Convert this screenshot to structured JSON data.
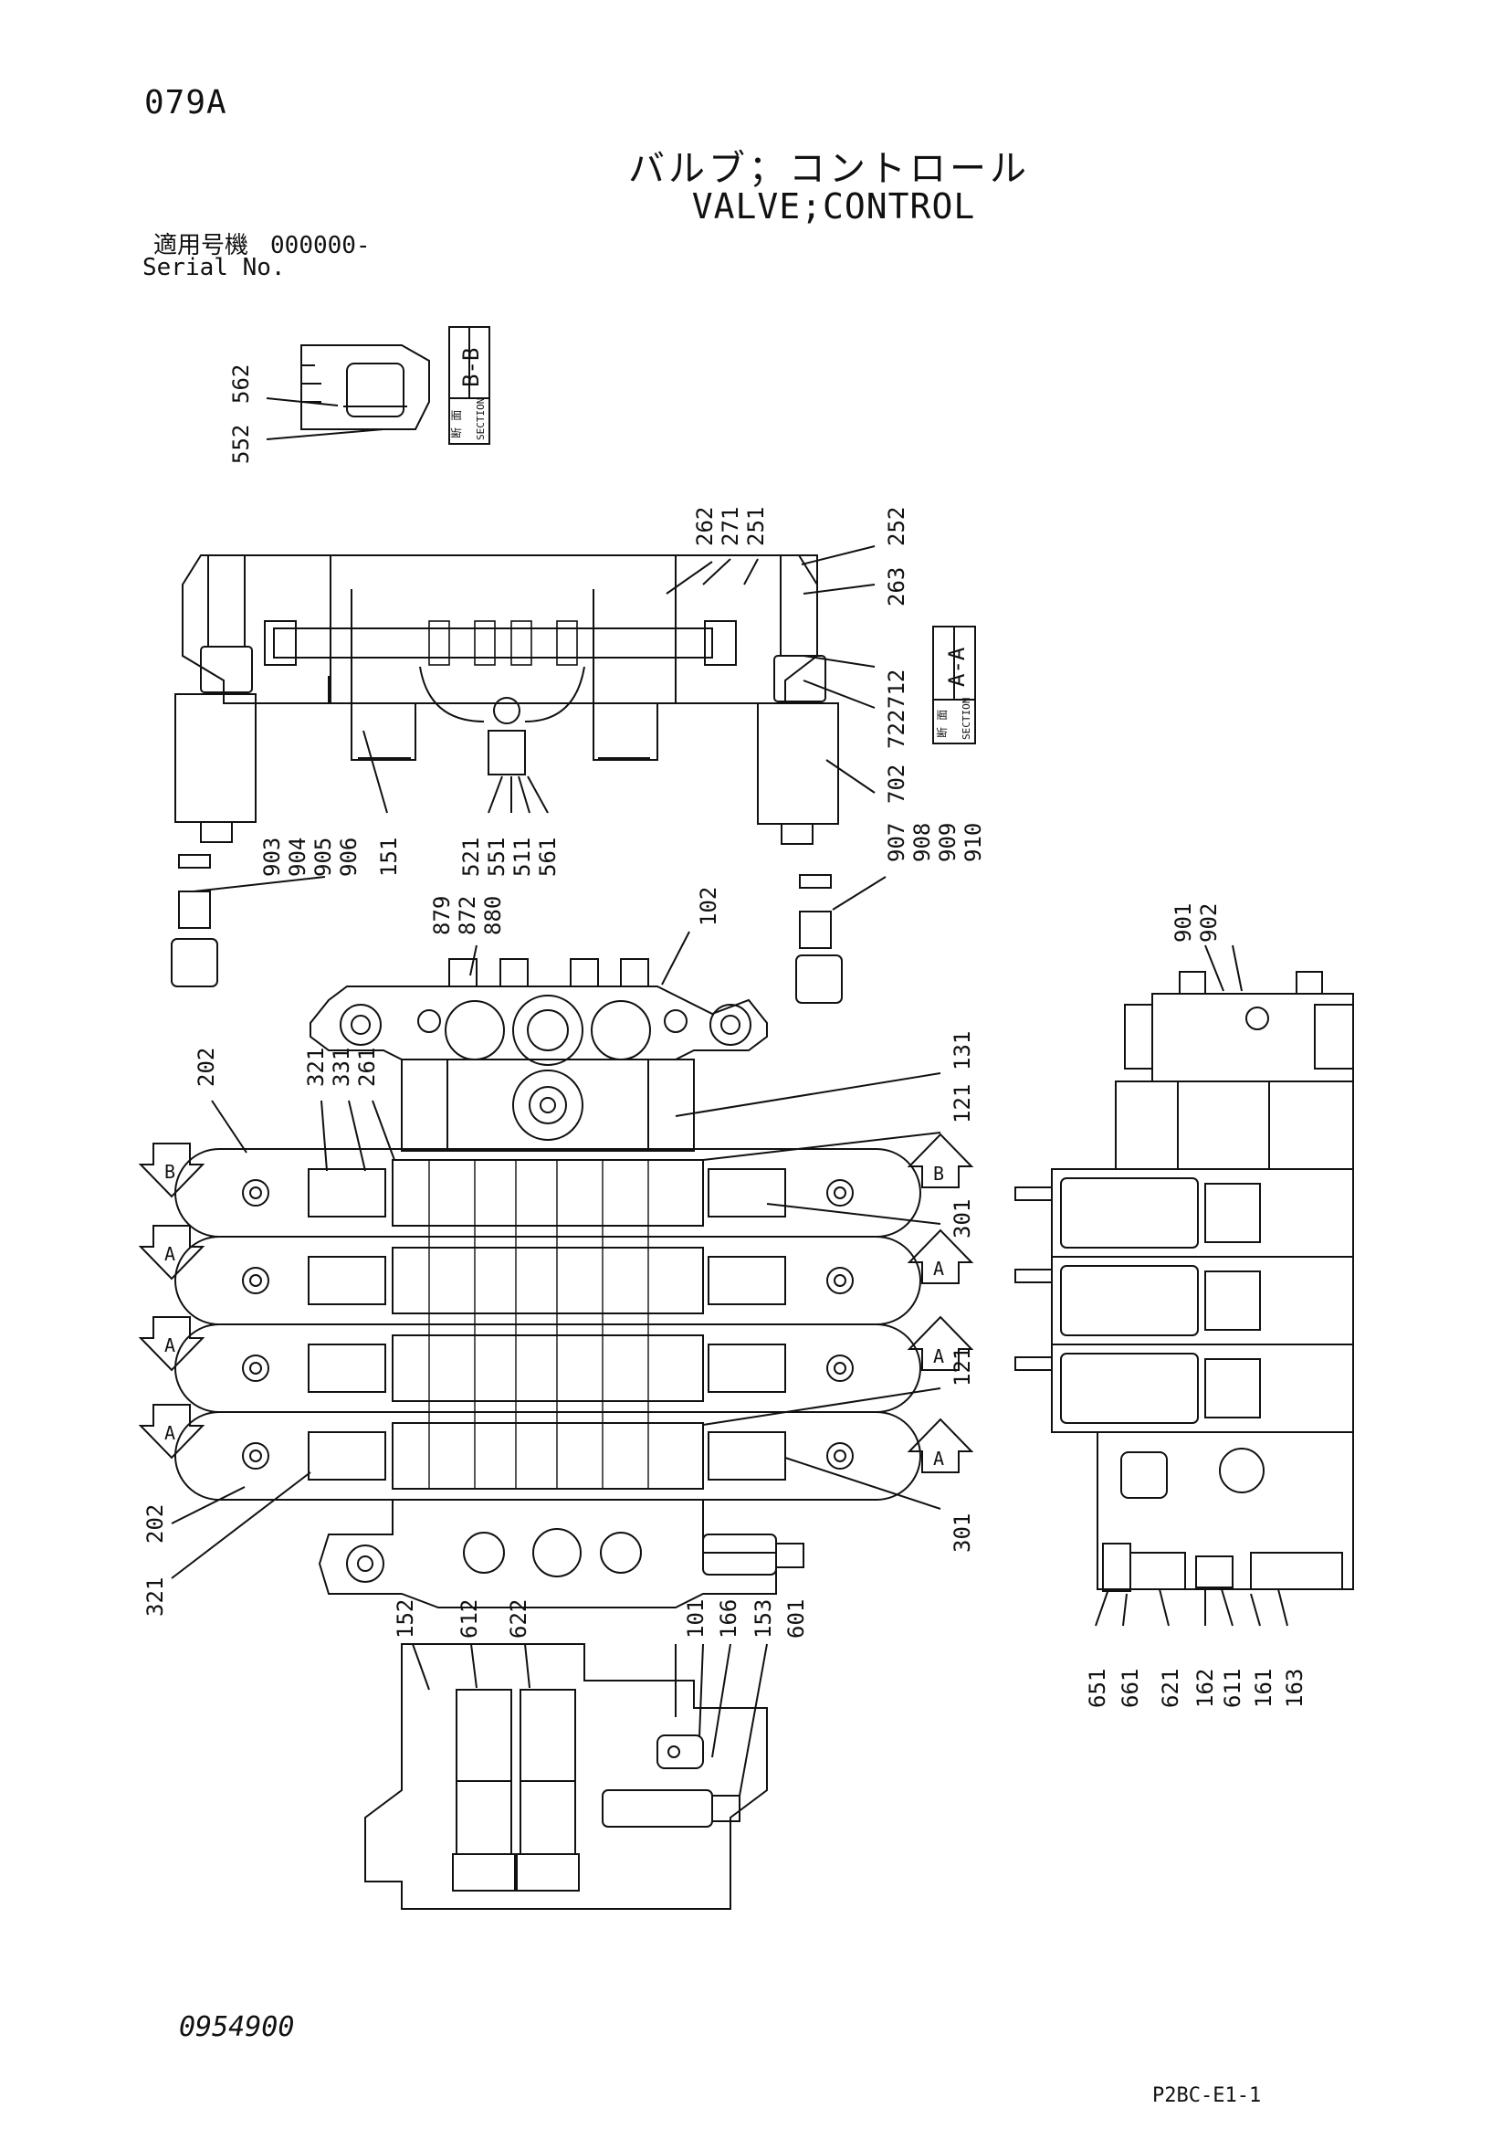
{
  "page_number": "079A",
  "title_jp": "バルブ；コントロール",
  "title_en": "VALVE;CONTROL",
  "serial": {
    "label_jp": "適用号機",
    "value": "000000-",
    "label_en": "Serial No."
  },
  "drawing_number": "0954900",
  "ref_code": "P2BC-E1-1",
  "sections": {
    "bb": {
      "jp": "断 面",
      "en": "SECTION",
      "id": "B-B"
    },
    "aa": {
      "jp": "断 面",
      "en": "SECTION",
      "id": "A-A"
    }
  },
  "view_arrows": {
    "a": "A",
    "b": "B"
  },
  "part_numbers": {
    "p552": "552",
    "p562": "562",
    "p262": "262",
    "p271": "271",
    "p251": "251",
    "p252": "252",
    "p263": "263",
    "p712": "712",
    "p722": "722",
    "p702": "702",
    "p903": "903",
    "p904": "904",
    "p905": "905",
    "p906": "906",
    "p151": "151",
    "p521": "521",
    "p551": "551",
    "p511": "511",
    "p561": "561",
    "p907": "907",
    "p908": "908",
    "p909": "909",
    "p910": "910",
    "p879": "879",
    "p872": "872",
    "p880": "880",
    "p102": "102",
    "p202a": "202",
    "p321a": "321",
    "p331": "331",
    "p261": "261",
    "p131": "131",
    "p121a": "121",
    "p301a": "301",
    "p121b": "121",
    "p301b": "301",
    "p321b": "321",
    "p202b": "202",
    "p901": "901",
    "p902": "902",
    "p651": "651",
    "p661": "661",
    "p621": "621",
    "p162": "162",
    "p611": "611",
    "p161": "161",
    "p163": "163",
    "p152": "152",
    "p612": "612",
    "p622": "622",
    "p101": "101",
    "p166": "166",
    "p153": "153",
    "p601": "601"
  }
}
